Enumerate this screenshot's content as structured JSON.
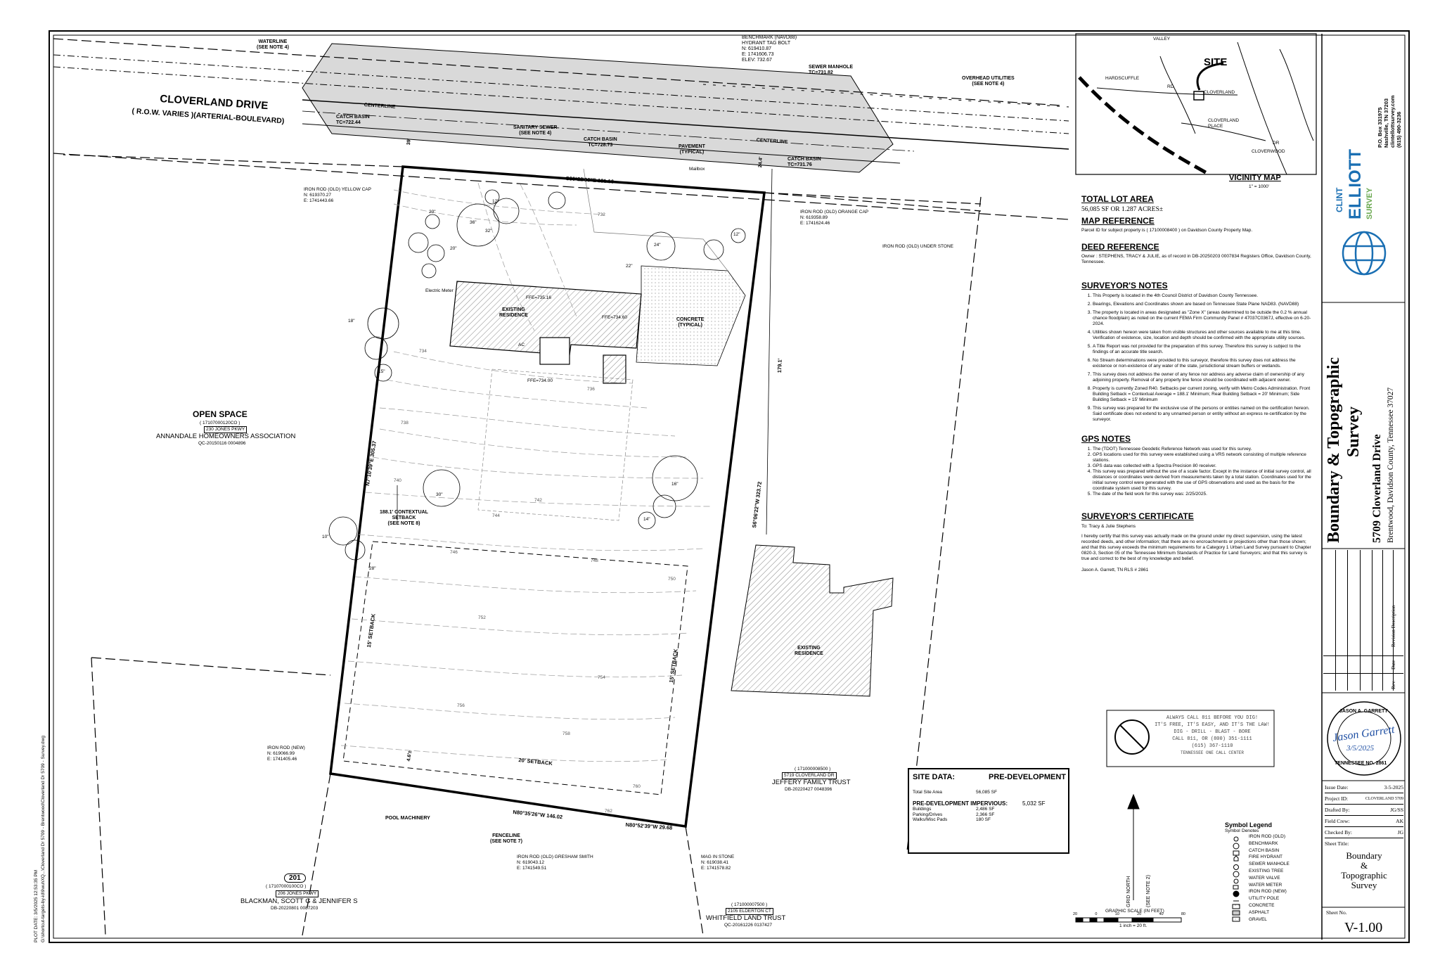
{
  "title_block": {
    "company_first": "CLINT",
    "company_main": "ELLIOTT",
    "company_sub": "SURVEY",
    "address_lines": [
      "P.O. Box 331975",
      "Nashville, TN 37203",
      "clintellottsurvey.com",
      "(615) 490-3236"
    ],
    "survey_title_1": "Boundary & Topographic",
    "survey_title_2": "Survey",
    "site_address": "5709 Cloverland Drive",
    "site_city": "Brentwood, Davidson County, Tennessee 37027",
    "revision_headers": [
      "Rev.",
      "Date",
      "Revision Description"
    ],
    "seal": {
      "top": "JASON A. GARRETT",
      "bottom": "TENNESSEE NO. 2861",
      "signature": "Jason Garrett",
      "date": "3/5/2025"
    },
    "fields": [
      {
        "label": "Issue Date:",
        "value": "3-5-2025"
      },
      {
        "label": "Project ID:",
        "value": "CLOVERLAND 5709"
      },
      {
        "label": "Drafted By:",
        "value": "JG/SS"
      },
      {
        "label": "Field Crew:",
        "value": "AK"
      },
      {
        "label": "Checked By:",
        "value": "JG"
      }
    ],
    "sheet_title_label": "Sheet Title:",
    "sheet_title": [
      "Boundary",
      "&",
      "Topographic",
      "Survey"
    ],
    "sheet_no_label": "Sheet No.",
    "sheet_no": "V-1.00"
  },
  "plot_info": {
    "plot_date": "PLOT DATE: 3/5/2025 12:53:35 PM",
    "path": "G:\\shortcut-targets-by-id\\9wuhXQ...\\Cloverland Dr 5709 - Brentwood\\Cloverland Dr 5709 - Survey.dwg"
  },
  "vicinity": {
    "title": "VICINITY MAP",
    "scale": "1\" = 1000'",
    "site_label": "SITE",
    "streets": [
      "CLOVERLAND",
      "HARDSCUFFLE",
      "RD",
      "CLOVERLAND PLACE",
      "CLOVERWOOD",
      "DR",
      "VALLEY"
    ]
  },
  "notes": {
    "total_lot_area_title": "TOTAL LOT AREA",
    "total_lot_area": "56,085 SF OR 1.287 ACRES±",
    "map_reference_title": "MAP REFERENCE",
    "map_reference": "Parcel ID for subject property is ( 17100008400 ) on Davidson County Property Map.",
    "deed_reference_title": "DEED REFERENCE",
    "deed_reference": "Owner : STEPHENS, TRACY & JULIE, as of record in DB-20250203 0007834 Registers Office, Davidson County, Tennessee.",
    "surveyors_notes_title": "SURVEYOR'S NOTES",
    "surveyors_notes": [
      "This Property is located in the 4th Council District of Davidson County Tennessee.",
      "Bearings, Elevations and Coordinates shown are based on Tennessee State Plane NAD83. (NAVD88)",
      "The property is located in areas designated as \"Zone X\" (areas determined to be outside the 0.2 % annual chance floodplain) as noted on the current FEMA Firm Community Panel # 47037C0367J, effective on 6-20-2024.",
      "Utilities shown hereon were taken from visible structures and other sources available to me at this time. Verification of existence, size, location and depth should be confirmed with the appropriate utility sources.",
      "A Title Report was not provided for the preparation of this survey. Therefore this survey is subject to the findings of an accurate title search.",
      "No Stream determinations were provided to this surveyor, therefore this survey does not address the existence or non-existence of any water of the state, jurisdictional stream buffers or wetlands.",
      "This survey does not address the owner of any fence nor address any adverse claim of ownership of any adjoining property. Removal of any property line fence should be coordinated with adjacent owner.",
      "Property is currently Zoned R40. Setbacks per current zoning, verify with Metro Codes Administration. Front Building Setback = Contextual Average = 188.1' Minimum; Rear Building Setback = 20' Minimum; Side Building Setback = 15' Minimum",
      "This survey was prepared for the exclusive use of the persons or entities named on the certification hereon. Said certificate does not extend to any unnamed person or entity without an express re-certification by the surveyor."
    ],
    "gps_notes_title": "GPS NOTES",
    "gps_notes": [
      "The (TDOT) Tennessee Geodetic Reference Network was used for this survey.",
      "GPS locations used for this survey were established using a VRS network consisting of multiple reference stations.",
      "GPS data was collected with a Spectra Precision 80 receiver.",
      "This survey was prepared without the use of a scale factor. Except in the instance of initial survey control, all distances or coordinates were derived from measurements taken by a total station. Coordinates used for the initial survey control were generated with the use of GPS observations and used as the basis for the coordinate system used for this survey.",
      "The date of the field work for this survey was: 2/25/2025."
    ],
    "certificate_title": "SURVEYOR'S CERTIFICATE",
    "certificate_to": "To: Tracy & Julie Stephens",
    "certificate_body": "I hereby certify that this survey was actually made on the ground under my direct supervision, using the latest recorded deeds, and other information; that there are no encroachments or projections other than those shown; and that this survey exceeds the minimum requirements for a Category 1 Urban Land Survey pursuant to Chapter 0820-3, Section 05 of the Tennessee Minimum Standards of Practice for Land Surveyors; and that this survey is true and correct to the best of my knowledge and belief.",
    "certificate_sign": "Jason A. Garrett, TN RLS # 2861"
  },
  "call811": {
    "lines": [
      "ALWAYS CALL 811 BEFORE YOU DIG!",
      "IT'S FREE, IT'S EASY, AND IT'S THE LAW!",
      "DIG - DRILL - BLAST - BORE",
      "CALL 811, OR (800) 351-1111",
      "(615) 367-1110",
      "TENNESSEE ONE CALL CENTER"
    ]
  },
  "site_data": {
    "title": "SITE DATA:",
    "phase": "PRE-DEVELOPMENT",
    "total_site_area_label": "Total Site Area",
    "total_site_area": "56,085 SF",
    "impervious_label": "PRE-DEVELOPMENT IMPERVIOUS:",
    "impervious_total": "5,032 SF",
    "items": [
      {
        "label": "Buildings",
        "value": "2,486 SF"
      },
      {
        "label": "Parking/Drives",
        "value": "2,366 SF"
      },
      {
        "label": "Walks/Misc Pads",
        "value": "180 SF"
      }
    ]
  },
  "legend": {
    "title": "Symbol Legend",
    "col_symbol": "Symbol",
    "col_denotes": "Denotes",
    "items": [
      "IRON ROD (OLD)",
      "BENCHMARK",
      "CATCH BASIN",
      "FIRE HYDRANT",
      "SEWER MANHOLE",
      "EXISTING TREE",
      "WATER VALVE",
      "WATER METER",
      "IRON ROD (NEW)",
      "UTILITY POLE",
      "CONCRETE",
      "ASPHALT",
      "GRAVEL"
    ]
  },
  "scale": {
    "title": "GRAPHIC SCALE (IN FEET)",
    "ticks": [
      "20",
      "0",
      "10",
      "20",
      "40",
      "80"
    ],
    "text": "1 inch = 20 ft.",
    "north": "GRID NORTH",
    "north_note": "(SEE NOTE 2)"
  },
  "plan": {
    "road_name": "CLOVERLAND DRIVE",
    "road_row": "( R.O.W. VARIES )(ARTERIAL-BOULEVARD)",
    "labels": {
      "waterline": "WATERLINE\n(SEE NOTE 4)",
      "benchmark": "BENCHMARK (NAVD88)\nHYDRANT TAG BOLT\nN: 619410.87\nE: 1741606.73\nELEV: 732.67",
      "sewer_manhole": "SEWER MANHOLE\nTC=731.82",
      "overhead": "OVERHEAD UTILITIES\n(SEE NOTE 4)",
      "catch_basin_1": "CATCH BASIN\nTC=722.44",
      "sanitary": "SANITARY SEWER\n(SEE NOTE 4)",
      "catch_basin_2": "CATCH BASIN\nTC=728.73",
      "pavement": "PAVEMENT\n(TYPICAL)",
      "catch_basin_3": "CATCH BASIN\nTC=731.76",
      "centerline": "CENTERLINE",
      "iron_yellow": "IRON ROD (OLD) YELLOW CAP\nN: 619370.27\nE: 1741443.66",
      "iron_orange": "IRON ROD (OLD) ORANGE CAP\nN: 619358.89\nE: 1741624.46",
      "under_stone": "IRON ROD (OLD) UNDER STONE",
      "front_bearing": "S86°22'00\"E  181.16",
      "mailbox": "Mailbox",
      "electric_meter": "Electric Meter",
      "existing_residence": "EXISTING\nRESIDENCE",
      "ffe1": "FFE=735.16",
      "ffe2": "FFE=734.60",
      "ffe3": "FFE=734.00",
      "concrete": "CONCRETE\n(TYPICAL)",
      "ac": "AC",
      "open_space": "OPEN SPACE",
      "open_space_id": "( 17107000120CO )",
      "open_space_addr": "230 JONES PKWY",
      "open_space_owner": "ANNANDALE HOMEOWNERS ASSOCIATION",
      "open_space_deed": "QC-20150116 0004896",
      "west_bearing": "N7°10'39\"E  305.37",
      "east_bearing": "S6°06'22\"W  323.72",
      "east_dist": "179.1'",
      "contextual": "188.1' CONTEXTUAL\nSETBACK\n(SEE NOTE 8)",
      "side_setback_w": "15' SETBACK",
      "side_setback_e": "15' SETBACK",
      "rear_setback": "20' SETBACK",
      "existing_residence_2": "EXISTING\nRESIDENCE",
      "iron_new": "IRON ROD (NEW)\nN: 619066.99\nE: 1741405.46",
      "pool": "POOL MACHINERY",
      "fenceline": "FENCELINE\n(SEE NOTE 7)",
      "rear_bearing_1": "N80°35'26\"W  146.02",
      "rear_bearing_2": "N80°52'39\"W  29.68",
      "gresham": "IRON ROD (OLD) GRESHAM SMITH\nN: 619043.12\nE: 1741549.51",
      "mag": "MAG IN STONE\nN: 619038.41\nE: 1741578.82",
      "jeffery_id": "( 171000008500 )",
      "jeffery_addr": "5719 CLOVERLAND DR",
      "jeffery_owner": "JEFFERY FAMILY TRUST",
      "jeffery_deed": "DB-20220427 0048396",
      "lot_number": "201",
      "blackman_id": "( 17107000100CO )",
      "blackman_addr": "206 JONES PKWY",
      "blackman_owner": "BLACKMAN, SCOTT G & JENNIFER S",
      "blackman_deed": "DB-20220801 0087203",
      "whitfield_id": "( 171000007500 )",
      "whitfield_addr": "2105 ELDERTON CT",
      "whitfield_owner": "WHITFIELD LAND TRUST",
      "whitfield_deed": "QC-20161226 0137427",
      "dim_4": "4.6'±",
      "dim_24": "24.4'",
      "dim_39": "39'"
    },
    "tree_labels": [
      "12\"",
      "20\"",
      "32\"",
      "24\"",
      "18\"",
      "30\"",
      "10\"",
      "16\"",
      "22\"",
      "15\"",
      "36\"",
      "12\"",
      "20\"",
      "14\"",
      "28\""
    ],
    "contours": [
      "732",
      "734",
      "736",
      "738",
      "740",
      "742",
      "744",
      "746",
      "748",
      "750",
      "752",
      "754",
      "756",
      "758",
      "760",
      "762"
    ]
  }
}
